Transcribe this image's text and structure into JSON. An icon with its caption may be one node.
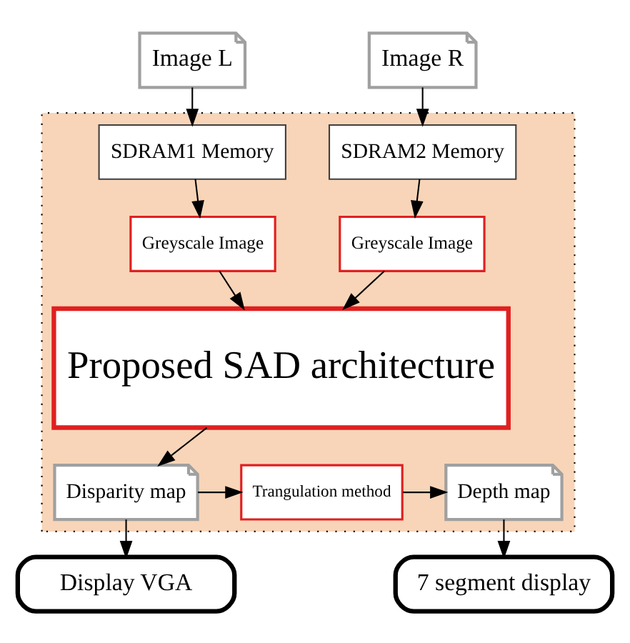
{
  "diagram": {
    "nodes": [
      {
        "text": [
          "Image L"
        ]
      },
      {
        "text": [
          "Image R"
        ]
      },
      {
        "text": [],
        "shape": "box"
      },
      {
        "text": [
          "SDRAM1 Memory"
        ],
        "in": 2
      },
      {
        "text": [
          "SDRAM2 Memory"
        ],
        "in": 2
      },
      {
        "text": [
          "Greyscale Image"
        ],
        "in": 2
      },
      {
        "text": [
          "Greyscale Image"
        ],
        "in": 2
      },
      {
        "text": [
          "Proposed SAD architecture"
        ],
        "in": 2
      },
      {
        "text": [
          "Disparity map"
        ],
        "in": 2
      },
      {
        "text": [
          "Trangulation method"
        ],
        "in": 2
      },
      {
        "text": [
          "Depth map"
        ],
        "in": 2
      },
      {
        "text": [
          "Display VGA"
        ]
      },
      {
        "text": [
          "7 segment display"
        ]
      }
    ],
    "edges": [
      {
        "from": 0,
        "to": 3,
        "arrow": "to"
      },
      {
        "from": 1,
        "to": 4,
        "arrow": "to"
      },
      {
        "from": 3,
        "to": 5,
        "arrow": "to"
      },
      {
        "from": 4,
        "to": 6,
        "arrow": "to"
      },
      {
        "from": 5,
        "to": 7,
        "arrow": "to"
      },
      {
        "from": 6,
        "to": 7,
        "arrow": "to"
      },
      {
        "from": 7,
        "to": 8,
        "arrow": "to"
      },
      {
        "from": 8,
        "to": 9,
        "arrow": "to"
      },
      {
        "from": 9,
        "to": 10,
        "arrow": "to"
      },
      {
        "from": 8,
        "to": 11,
        "arrow": "to"
      },
      {
        "from": 10,
        "to": 12,
        "arrow": "to"
      }
    ]
  }
}
